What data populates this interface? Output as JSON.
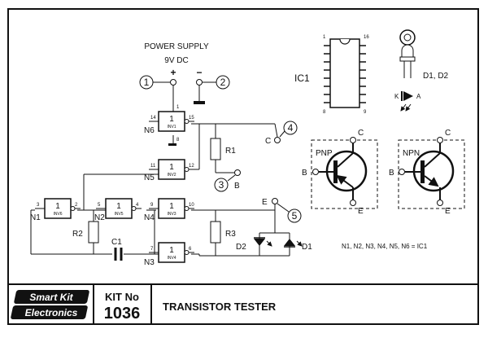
{
  "power": {
    "title": "POWER SUPPLY",
    "voltage": "9V DC",
    "plus": "+",
    "minus": "−",
    "pin1": "1",
    "pin2": "2"
  },
  "ic": {
    "label": "IC1",
    "pins": [
      "1",
      "16",
      "8",
      "9"
    ]
  },
  "led": {
    "label": "D1, D2",
    "k": "K",
    "a": "A"
  },
  "gates": {
    "n6": {
      "name": "N6",
      "inner": "1",
      "sub": "INV1",
      "in_pin": "14",
      "top_pin": "1",
      "out_pin": "15",
      "gnd_pin": "8"
    },
    "n5": {
      "name": "N5",
      "inner": "1",
      "sub": "INV2",
      "in_pin": "11",
      "out_pin": "12"
    },
    "n1": {
      "name": "N1",
      "inner": "1",
      "sub": "INV6",
      "in_pin": "3",
      "out_pin": "2"
    },
    "n2": {
      "name": "N2",
      "inner": "1",
      "sub": "INV5",
      "in_pin": "5",
      "out_pin": "4"
    },
    "n4": {
      "name": "N4",
      "inner": "1",
      "sub": "INV3",
      "in_pin": "9",
      "out_pin": "10"
    },
    "n3": {
      "name": "N3",
      "inner": "1",
      "sub": "INV4",
      "in_pin": "7",
      "out_pin": "6"
    }
  },
  "components": {
    "r1": "R1",
    "r2": "R2",
    "r3": "R3",
    "c1": "C1",
    "d1": "D1",
    "d2": "D2"
  },
  "terminals": {
    "t3": "3",
    "t4": "4",
    "t5": "5",
    "b": "B",
    "c": "C",
    "e": "E"
  },
  "pnp": {
    "label": "PNP",
    "b": "B",
    "c": "C",
    "e": "E"
  },
  "npn": {
    "label": "NPN",
    "b": "B",
    "c": "C",
    "e": "E"
  },
  "note": "N1, N2, N3, N4, N5, N6 = IC1",
  "footer": {
    "brand_line1": "Smart Kit",
    "brand_line2": "Electronics",
    "kit_label": "KIT No",
    "kit_number": "1036",
    "title": "TRANSISTOR TESTER"
  }
}
